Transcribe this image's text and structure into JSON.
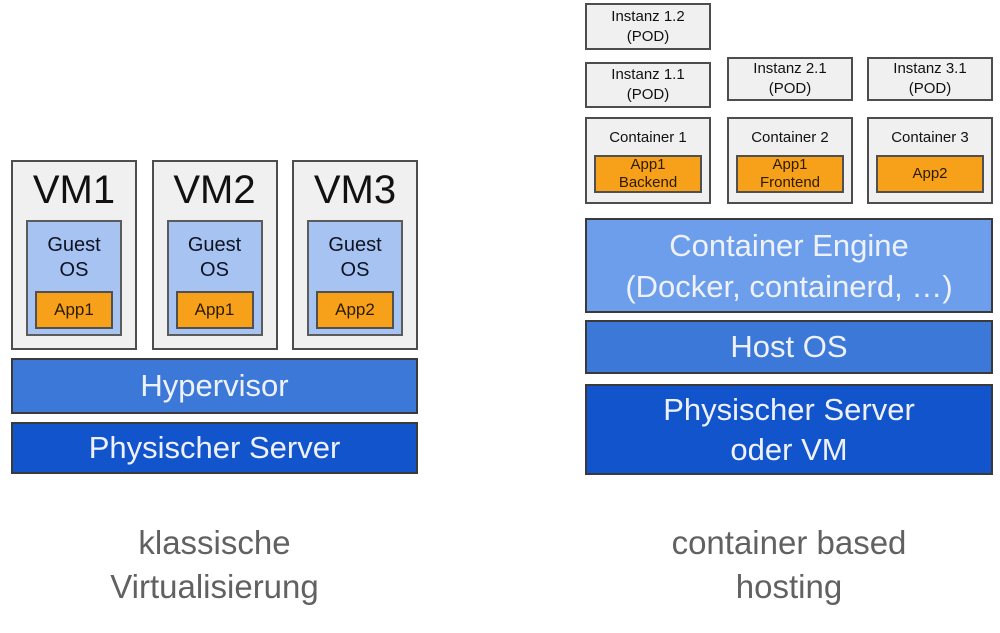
{
  "palette": {
    "box_bg": "#f0f0f0",
    "box_border": "#4d4d4d",
    "guest_bg": "#a7c3f1",
    "app_bg": "#f7a11a",
    "light_blue": "#6d9eeb",
    "mid_blue": "#3c78d8",
    "dark_blue": "#1254cb",
    "caption_color": "#616161"
  },
  "left": {
    "vms": [
      {
        "title": "VM1",
        "os": "Guest\nOS",
        "app": "App1"
      },
      {
        "title": "VM2",
        "os": "Guest\nOS",
        "app": "App1"
      },
      {
        "title": "VM3",
        "os": "Guest\nOS",
        "app": "App2"
      }
    ],
    "hypervisor_label": "Hypervisor",
    "server_label": "Physischer Server",
    "caption": "klassische\nVirtualisierung"
  },
  "right": {
    "pods": [
      {
        "label": "Instanz 1.2\n(POD)"
      },
      {
        "label": "Instanz 1.1\n(POD)"
      },
      {
        "label": "Instanz 2.1\n(POD)"
      },
      {
        "label": "Instanz 3.1\n(POD)"
      }
    ],
    "containers": [
      {
        "title": "Container 1",
        "app": "App1\nBackend"
      },
      {
        "title": "Container 2",
        "app": "App1\nFrontend"
      },
      {
        "title": "Container 3",
        "app": "App2"
      }
    ],
    "engine_label": "Container Engine\n(Docker, containerd, …)",
    "host_os_label": "Host OS",
    "server_label": "Physischer Server\noder VM",
    "caption": "container based\nhosting"
  }
}
